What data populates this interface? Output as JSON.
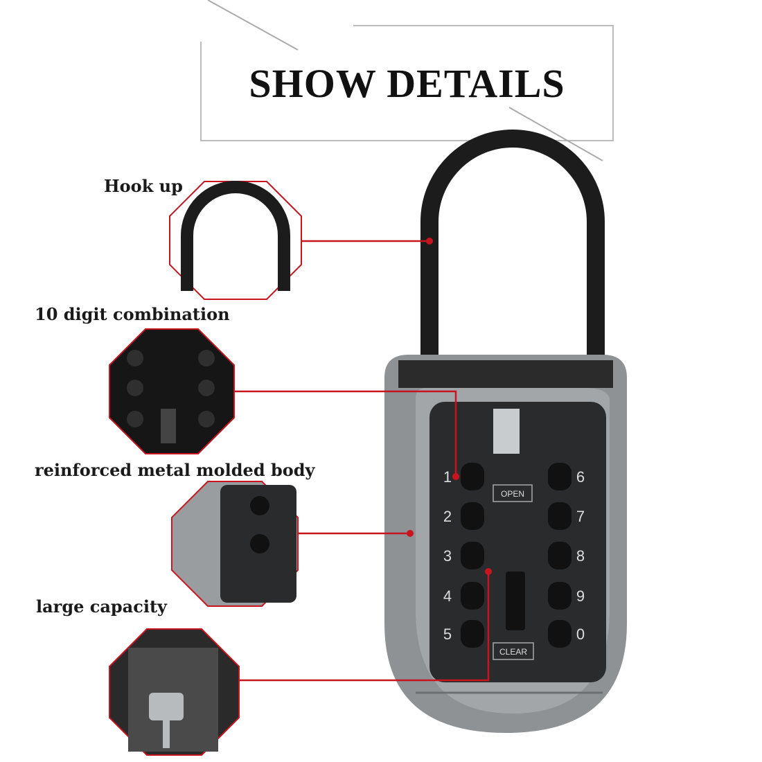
{
  "title": "SHOW DETAILS",
  "features": [
    {
      "label": "Hook up"
    },
    {
      "label": "10 digit combination"
    },
    {
      "label": "reinforced metal molded body"
    },
    {
      "label": "large capacity"
    }
  ],
  "lock": {
    "left_keys": [
      "1",
      "2",
      "3",
      "4",
      "5"
    ],
    "right_keys": [
      "6",
      "7",
      "8",
      "9",
      "0"
    ],
    "open_label": "OPEN",
    "clear_label": "CLEAR"
  },
  "colors": {
    "accent": "#c8141e",
    "body": "#8f9294",
    "panel": "#2a2b2d"
  }
}
